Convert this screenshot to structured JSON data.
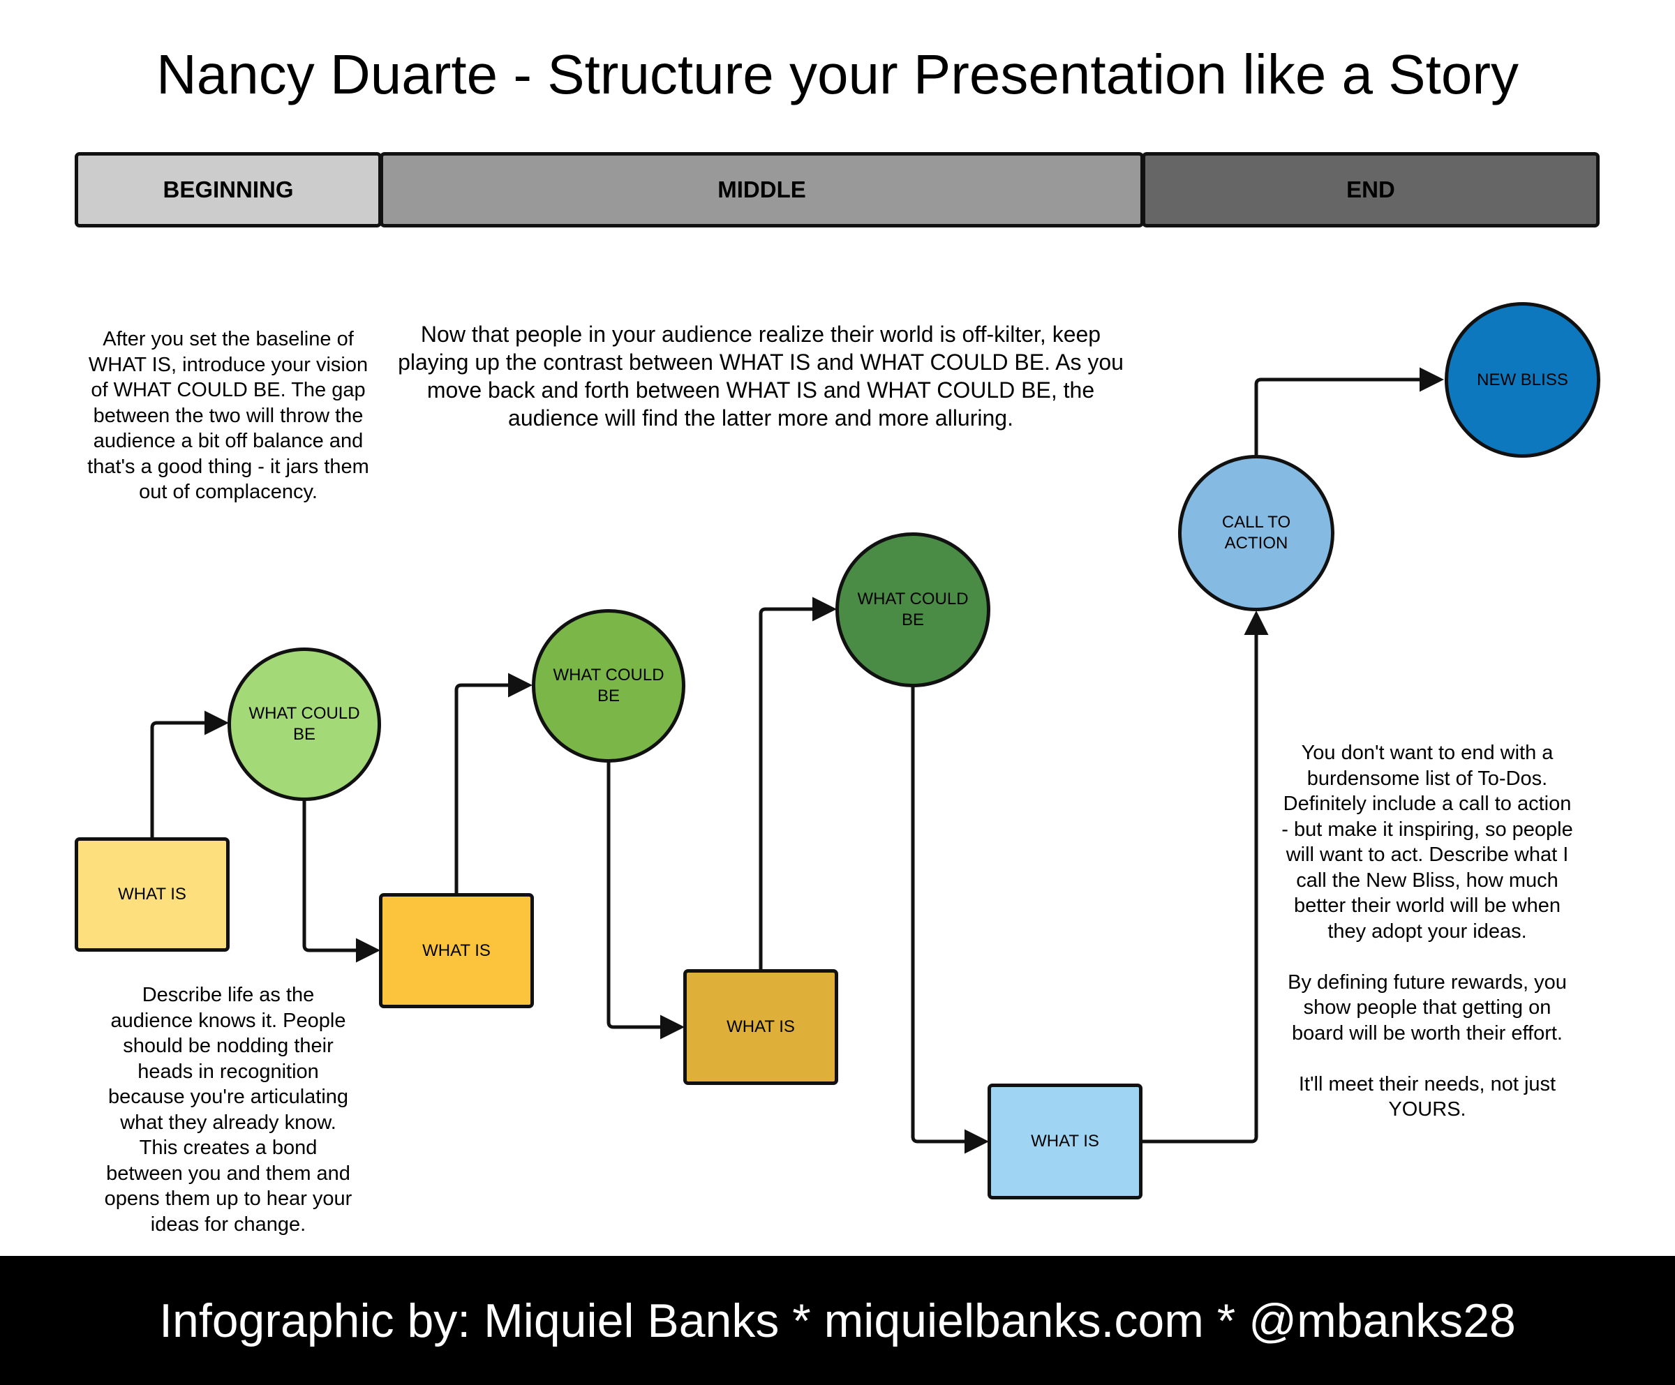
{
  "title": "Nancy Duarte - Structure your Presentation like a Story",
  "phases": [
    {
      "label": "BEGINNING",
      "color": "#cccccc"
    },
    {
      "label": "MIDDLE",
      "color": "#999999"
    },
    {
      "label": "END",
      "color": "#666666"
    }
  ],
  "descriptions": {
    "beginning_top": "After you set the baseline of\nWHAT IS, introduce your vision\nof WHAT COULD BE. The gap\nbetween the two will throw the\naudience a bit off balance and\nthat's a good thing - it jars them\nout of complacency.",
    "middle": "Now that people in your audience realize their world is off-kilter, keep\nplaying up the contrast between WHAT IS and WHAT COULD BE. As you\nmove back and forth between WHAT IS and WHAT COULD BE, the\naudience will find the latter more and more alluring.",
    "beginning_bottom": "Describe life as the\naudience knows it. People\nshould be nodding their\nheads in recognition\nbecause you're articulating\nwhat they already know.\nThis creates a bond\nbetween you and them and\nopens them up to hear your\nideas for change.",
    "end": "You don't want to end with a\nburdensome list of To-Dos.\nDefinitely include a call to action\n- but make it inspiring, so people\nwill want to act. Describe what I\ncall the New Bliss, how much\nbetter their world will be when\nthey adopt your ideas.\n\nBy defining future rewards, you\nshow people that getting on\nboard will be worth their effort.\n\nIt'll meet their needs, not just\nYOURS."
  },
  "nodes": {
    "what_is_1": {
      "label": "WHAT IS",
      "color": "#fddf7e"
    },
    "could_be_1": {
      "label": "WHAT COULD BE",
      "color": "#a4d977"
    },
    "what_is_2": {
      "label": "WHAT IS",
      "color": "#fbc43c"
    },
    "could_be_2": {
      "label": "WHAT COULD BE",
      "color": "#7ab648"
    },
    "what_is_3": {
      "label": "WHAT IS",
      "color": "#deb03a"
    },
    "could_be_3": {
      "label": "WHAT COULD BE",
      "color": "#4a8c45"
    },
    "what_is_4": {
      "label": "WHAT IS",
      "color": "#9fd4f3"
    },
    "call_to_action": {
      "label": "CALL TO ACTION",
      "color": "#85bae2"
    },
    "new_bliss": {
      "label": "NEW BLISS",
      "color": "#0e78be"
    }
  },
  "footer": "Infographic by: Miquiel Banks * miquielbanks.com * @mbanks28"
}
